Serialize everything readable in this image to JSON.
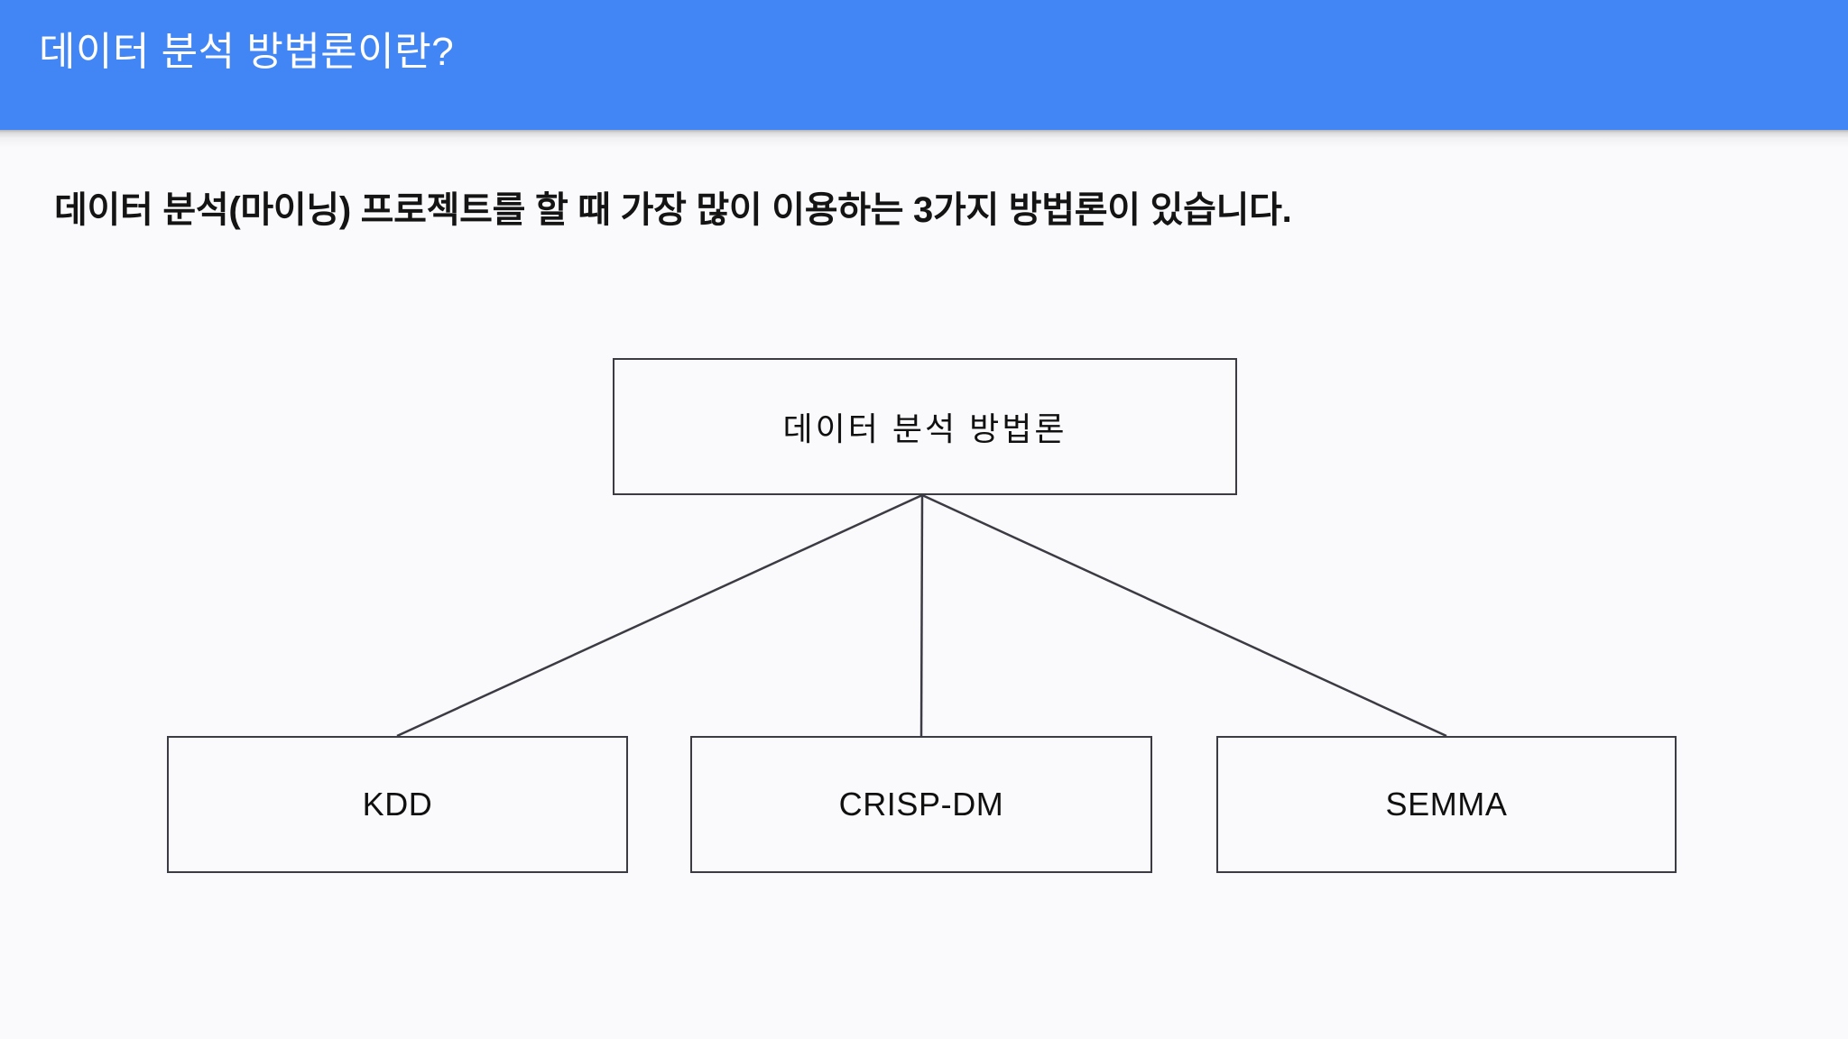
{
  "slide": {
    "header": {
      "title": "데이터 분석 방법론이란?",
      "background_color": "#4285f4",
      "text_color": "#ffffff"
    },
    "body": {
      "background_color": "#faf9fb",
      "intro_text": "데이터 분석(마이닝) 프로젝트를 할 때 가장 많이 이용하는 3가지 방법론이 있습니다."
    },
    "diagram": {
      "type": "tree",
      "line_color": "#3b3b44",
      "root": {
        "label": "데이터 분석 방법론"
      },
      "children": [
        {
          "label": "KDD"
        },
        {
          "label": "CRISP-DM"
        },
        {
          "label": "SEMMA"
        }
      ]
    }
  }
}
